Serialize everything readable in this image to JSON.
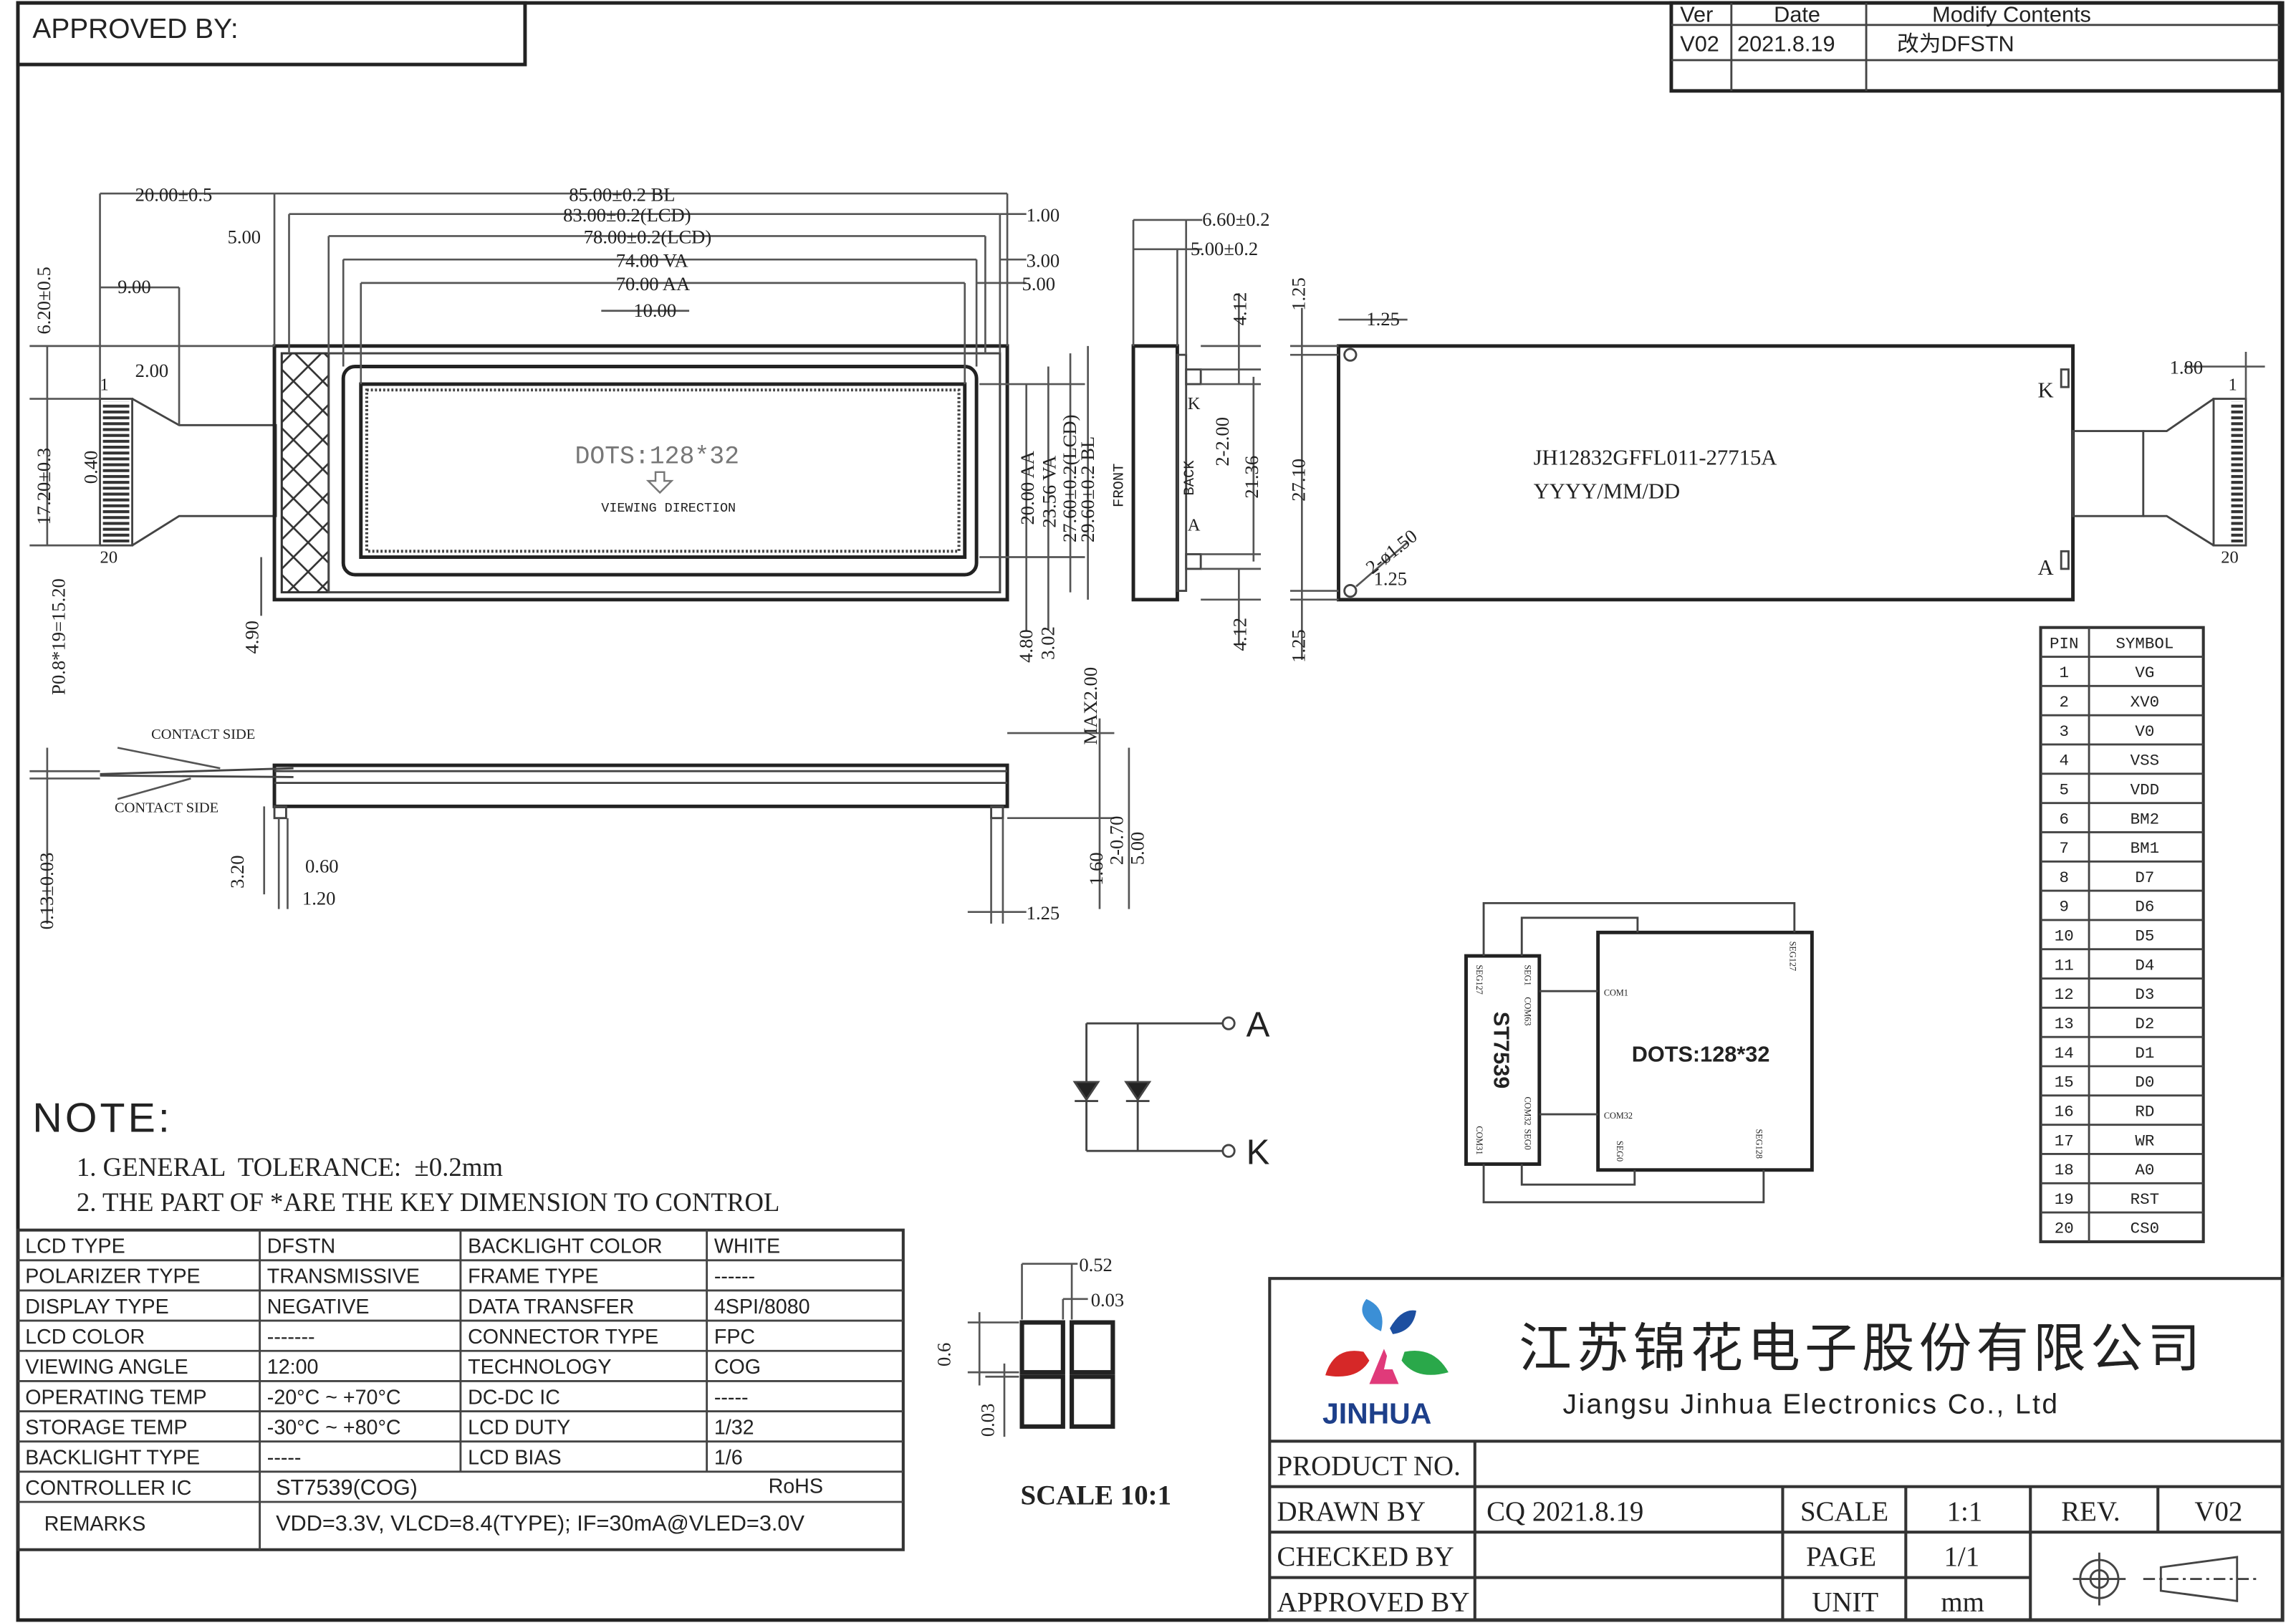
{
  "header": {
    "approved_by": "APPROVED BY:",
    "revision_table": {
      "headers": [
        "Ver",
        "Date",
        "Modify Contents"
      ],
      "row": [
        "V02",
        "2021.8.19",
        "改为DFSTN"
      ]
    }
  },
  "front_view": {
    "dims_top": [
      "20.00±0.5",
      "85.00±0.2 BL",
      "83.00±0.2(LCD)",
      "78.00±0.2(LCD)",
      "74.00 VA",
      "70.00 AA",
      "10.00",
      "5.00",
      "9.00",
      "2.00",
      "1.00",
      "3.00",
      "5.00"
    ],
    "dims_left": [
      "6.20±0.5",
      "17.20±0.3",
      "0.40",
      "P0.8*19=15.20",
      "4.90"
    ],
    "pin_first": "1",
    "pin_last": "20",
    "dots_label": "DOTS:128*32",
    "viewing_direction": "VIEWING DIRECTION",
    "dims_right": [
      "20.00 AA",
      "23.56 VA",
      "27.60±0.2(LCD)",
      "29.60±0.2 BL",
      "4.80",
      "3.02"
    ]
  },
  "side_view": {
    "dims": [
      "6.60±0.2",
      "5.00±0.2",
      "4.12",
      "2-2.00",
      "21.36",
      "4.12"
    ],
    "labels": [
      "FRONT",
      "BACK",
      "K",
      "A"
    ]
  },
  "back_view": {
    "part_number": "JH12832GFFL011-27715A",
    "date_code": "YYYY/MM/DD",
    "dims": [
      "1.25",
      "1.25",
      "27.10",
      "1.25",
      "2-ø1.50",
      "1.25",
      "1.80"
    ],
    "k_label": "K",
    "a_label": "A",
    "pin_first": "1",
    "pin_last": "20"
  },
  "bottom_view": {
    "contact_side_top": "CONTACT SIDE",
    "contact_side_bottom": "CONTACT SIDE",
    "dims": [
      "0.13±0.03",
      "3.20",
      "0.60",
      "1.20",
      "MAX2.00",
      "1.60",
      "2-0.70",
      "5.00",
      "1.25"
    ]
  },
  "pin_table": {
    "headers": [
      "PIN",
      "SYMBOL"
    ],
    "rows": [
      [
        "1",
        "VG"
      ],
      [
        "2",
        "XV0"
      ],
      [
        "3",
        "V0"
      ],
      [
        "4",
        "VSS"
      ],
      [
        "5",
        "VDD"
      ],
      [
        "6",
        "BM2"
      ],
      [
        "7",
        "BM1"
      ],
      [
        "8",
        "D7"
      ],
      [
        "9",
        "D6"
      ],
      [
        "10",
        "D5"
      ],
      [
        "11",
        "D4"
      ],
      [
        "12",
        "D3"
      ],
      [
        "13",
        "D2"
      ],
      [
        "14",
        "D1"
      ],
      [
        "15",
        "D0"
      ],
      [
        "16",
        "RD"
      ],
      [
        "17",
        "WR"
      ],
      [
        "18",
        "A0"
      ],
      [
        "19",
        "RST"
      ],
      [
        "20",
        "CS0"
      ]
    ]
  },
  "block_diagram": {
    "ic": "ST7539",
    "dots": "DOTS:128*32",
    "pins": [
      "SEG127",
      "SEG1",
      "COM63",
      "COM32",
      "COM31",
      "SEG0",
      "COM1",
      "SEG127",
      "COM32",
      "SEG0",
      "SEG128"
    ]
  },
  "led": {
    "anode": "A",
    "cathode": "K"
  },
  "notes": {
    "title": "NOTE:",
    "items": [
      "1. GENERAL  TOLERANCE:  ±0.2mm",
      "2. THE PART OF *ARE THE KEY DIMENSION TO CONTROL"
    ]
  },
  "spec_table": {
    "rows": [
      [
        "LCD TYPE",
        "DFSTN",
        "BACKLIGHT COLOR",
        "WHITE"
      ],
      [
        "POLARIZER TYPE",
        "TRANSMISSIVE",
        "FRAME TYPE",
        "------"
      ],
      [
        "DISPLAY TYPE",
        "NEGATIVE",
        "DATA TRANSFER",
        "4SPI/8080"
      ],
      [
        "LCD COLOR",
        "-------",
        "CONNECTOR TYPE",
        "FPC"
      ],
      [
        "VIEWING ANGLE",
        "12:00",
        "TECHNOLOGY",
        "COG"
      ],
      [
        "OPERATING TEMP",
        "-20°C ~ +70°C",
        "DC-DC IC",
        "-----"
      ],
      [
        "STORAGE TEMP",
        "-30°C ~ +80°C",
        "LCD DUTY",
        "1/32"
      ],
      [
        "BACKLIGHT TYPE",
        "-----",
        "LCD BIAS",
        "1/6"
      ]
    ],
    "controller_label": "CONTROLLER  IC",
    "controller_value": "ST7539(COG)",
    "rohs": "RoHS",
    "remarks_label": "REMARKS",
    "remarks_value": "VDD=3.3V, VLCD=8.4(TYPE); IF=30mA@VLED=3.0V"
  },
  "dot_detail": {
    "dims": [
      "0.52",
      "0.03",
      "0.6",
      "0.03"
    ],
    "scale": "SCALE 10:1"
  },
  "title_block": {
    "company_cn": "江苏锦花电子股份有限公司",
    "company_en": "Jiangsu Jinhua Electronics Co., Ltd",
    "logo_text": "JINHUA",
    "product_no_label": "PRODUCT NO.",
    "drawn_by_label": "DRAWN BY",
    "drawn_by_value": "CQ 2021.8.19",
    "checked_by_label": "CHECKED BY",
    "approved_by_label": "APPROVED BY",
    "scale_label": "SCALE",
    "scale_value": "1:1",
    "page_label": "PAGE",
    "page_value": "1/1",
    "unit_label": "UNIT",
    "unit_value": "mm",
    "rev_label": "REV.",
    "rev_value": "V02"
  }
}
